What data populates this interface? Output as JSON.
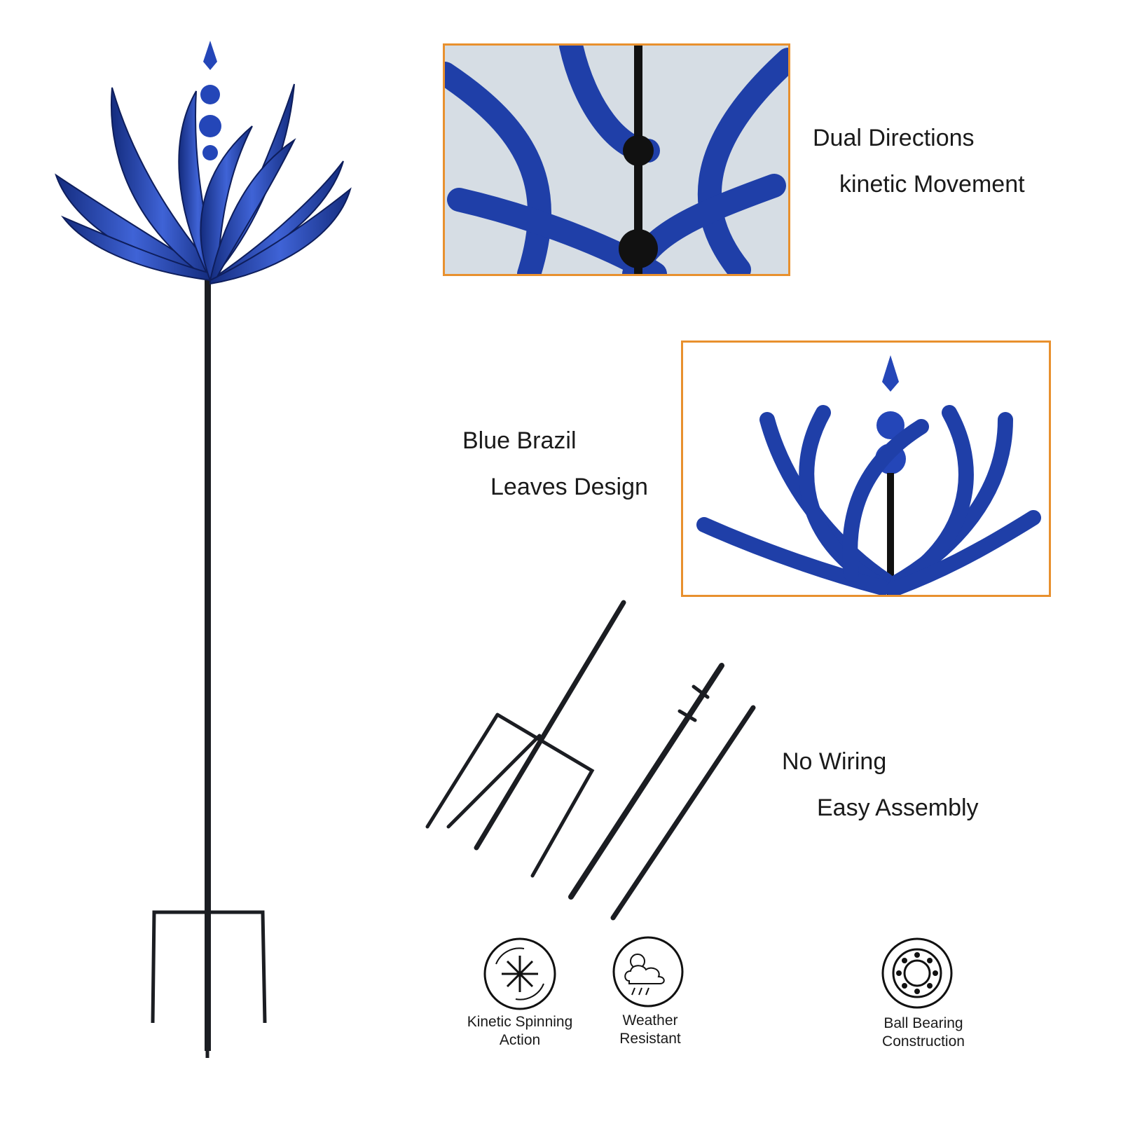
{
  "features": {
    "dual": {
      "line1": "Dual Directions",
      "line2": "kinetic Movement"
    },
    "leaves": {
      "line1": "Blue Brazil",
      "line2": "Leaves Design"
    },
    "assembly": {
      "line1": "No Wiring",
      "line2": "Easy Assembly"
    }
  },
  "badges": [
    {
      "icon": "spinning-arrows-icon",
      "line1": "Kinetic Spinning",
      "line2": "Action"
    },
    {
      "icon": "weather-cloud-icon",
      "line1": "Weather",
      "line2": "Resistant"
    },
    {
      "icon": "ball-bearing-icon",
      "line1": "Ball Bearing",
      "line2": "Construction"
    }
  ],
  "colors": {
    "leaf_blue": "#1f3fa8",
    "frame_orange": "#e8902e",
    "pole_black": "#1b1d22"
  }
}
